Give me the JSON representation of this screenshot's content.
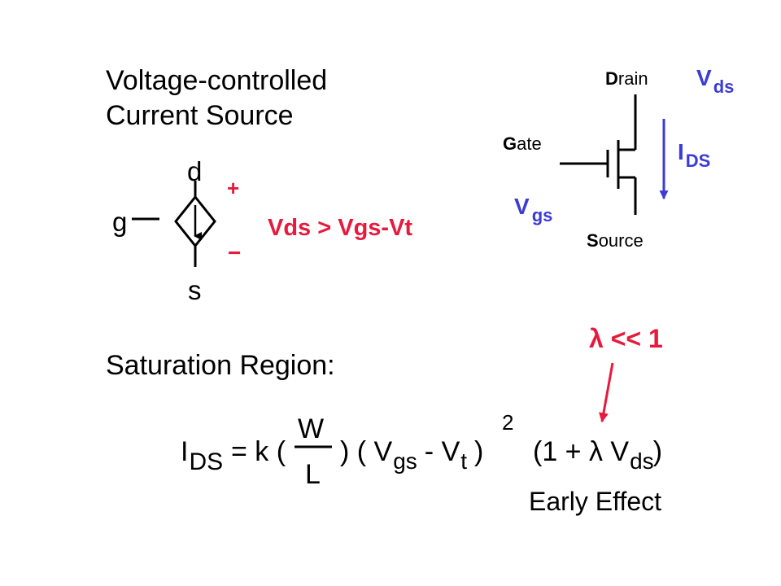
{
  "colors": {
    "text": "#000000",
    "red": "#e8193c",
    "blue": "#3b3bd6",
    "background": "#ffffff"
  },
  "vccs": {
    "title_line1": "Voltage-controlled",
    "title_line2": "Current Source",
    "drain_node": "d",
    "gate_node": "g",
    "source_node": "s",
    "plus_sign": "+",
    "minus_sign": "−",
    "condition": "Vds > Vgs-Vt"
  },
  "mosfet": {
    "drain_first": "D",
    "drain_rest": "rain",
    "gate_first": "G",
    "gate_rest": "ate",
    "source_first": "S",
    "source_rest": "ource",
    "vds_main": "V",
    "vds_sub": "ds",
    "ids_main": "I",
    "ids_sub": "DS",
    "vgs_main": "V",
    "vgs_sub": "gs"
  },
  "saturation": {
    "heading": "Saturation Region:",
    "lambda_note": "λ << 1",
    "ids_main": "I",
    "ids_sub": "DS",
    "eq_k": "= k (",
    "frac_num": "W",
    "frac_den": "L",
    "eq_mid": ") ( V",
    "vgs_sub": "gs",
    "eq_minus": "- V",
    "vt_sub": "t",
    "eq_close": ")",
    "exponent": "2",
    "eq_early": "(1 + λ V",
    "vds_sub": "ds",
    "eq_end": ")",
    "early_label": "Early Effect"
  }
}
